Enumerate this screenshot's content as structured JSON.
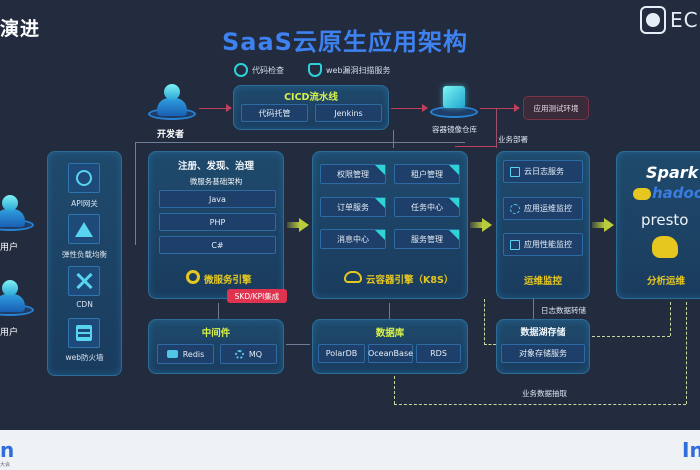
{
  "header": {
    "corner_title": "演进",
    "title": "SaaS云原生应用架构",
    "brand_text": "EC"
  },
  "tags": [
    {
      "icon": "search-check-icon",
      "label": "代码检查"
    },
    {
      "icon": "shield-check-icon",
      "label": "web漏洞扫描服务"
    }
  ],
  "developer": {
    "label": "开发者"
  },
  "users": [
    {
      "label": "用户"
    },
    {
      "label": "用户"
    }
  ],
  "cicd": {
    "title": "CICD流水线",
    "items": [
      "代码托管",
      "Jenkins"
    ]
  },
  "registry": {
    "label": "容器镜像仓库"
  },
  "test_env": {
    "label": "应用测试环境"
  },
  "labels": {
    "business_deploy": "业务部署",
    "log_transfer": "日志数据转储",
    "business_extract": "业务数据抽取"
  },
  "gateway": {
    "items": [
      {
        "icon": "api-gateway-icon",
        "label": "API网关"
      },
      {
        "icon": "load-balancer-icon",
        "label": "弹性负载均衡"
      },
      {
        "icon": "cdn-icon",
        "label": "CDN"
      },
      {
        "icon": "firewall-icon",
        "label": "web防火墙"
      }
    ]
  },
  "microservice": {
    "title": "注册、发现、治理",
    "subtitle": "微服务基础架构",
    "items": [
      "Java",
      "PHP",
      "C#"
    ],
    "engine": "微服务引擎",
    "badge": "SKD/KPI集成"
  },
  "container": {
    "items": [
      "权限管理",
      "租户管理",
      "订单服务",
      "任务中心",
      "消息中心",
      "服务管理"
    ],
    "engine": "云容器引擎（K8S）"
  },
  "ops": {
    "items": [
      {
        "icon": "log-icon",
        "label": "云日志服务"
      },
      {
        "icon": "app-monitor-icon",
        "label": "应用运维监控"
      },
      {
        "icon": "perf-monitor-icon",
        "label": "应用性能监控"
      }
    ],
    "title": "运维监控"
  },
  "analytics": {
    "logos": [
      "Spark",
      "hadoop",
      "presto",
      "Hive"
    ],
    "title": "分析运维"
  },
  "middleware": {
    "title": "中间件",
    "items": [
      {
        "icon": "redis-icon",
        "label": "Redis"
      },
      {
        "icon": "mq-icon",
        "label": "MQ"
      }
    ]
  },
  "database": {
    "title": "数据库",
    "items": [
      "PolarDB",
      "OceanBase",
      "RDS"
    ]
  },
  "datalake": {
    "title": "数据湖存储",
    "item": "对象存储服务"
  },
  "footer": {
    "left": "n",
    "left_sub": "大会",
    "right": "In"
  },
  "colors": {
    "background": "#232c3f",
    "title_blue": "#3d82f0",
    "accent_yellow": "#d7f24a",
    "accent_red": "#e0334f",
    "cyan": "#2fd3d6"
  }
}
